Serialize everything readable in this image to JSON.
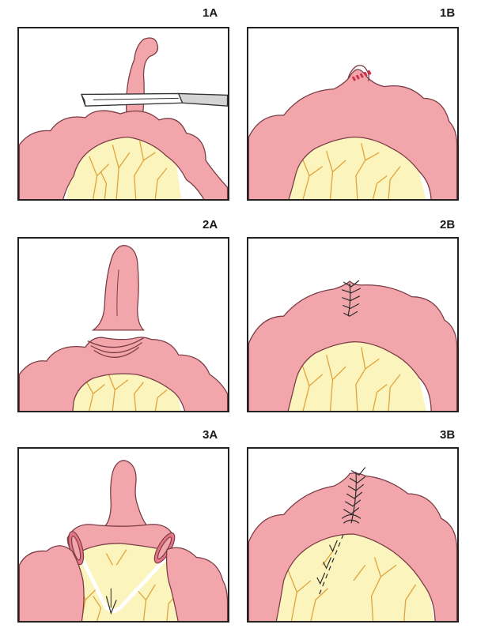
{
  "panels": {
    "p1a": {
      "label": "1A"
    },
    "p1b": {
      "label": "1B"
    },
    "p2a": {
      "label": "2A"
    },
    "p2b": {
      "label": "2B"
    },
    "p3a": {
      "label": "3A"
    },
    "p3b": {
      "label": "3B"
    }
  },
  "colors": {
    "bowel_fill": "#f2a6ab",
    "bowel_stroke": "#7a3c45",
    "mesentery_fill": "#fbf4bd",
    "vessel": "#e0a23a",
    "suture": "#2a2a2a",
    "frame": "#222222"
  }
}
